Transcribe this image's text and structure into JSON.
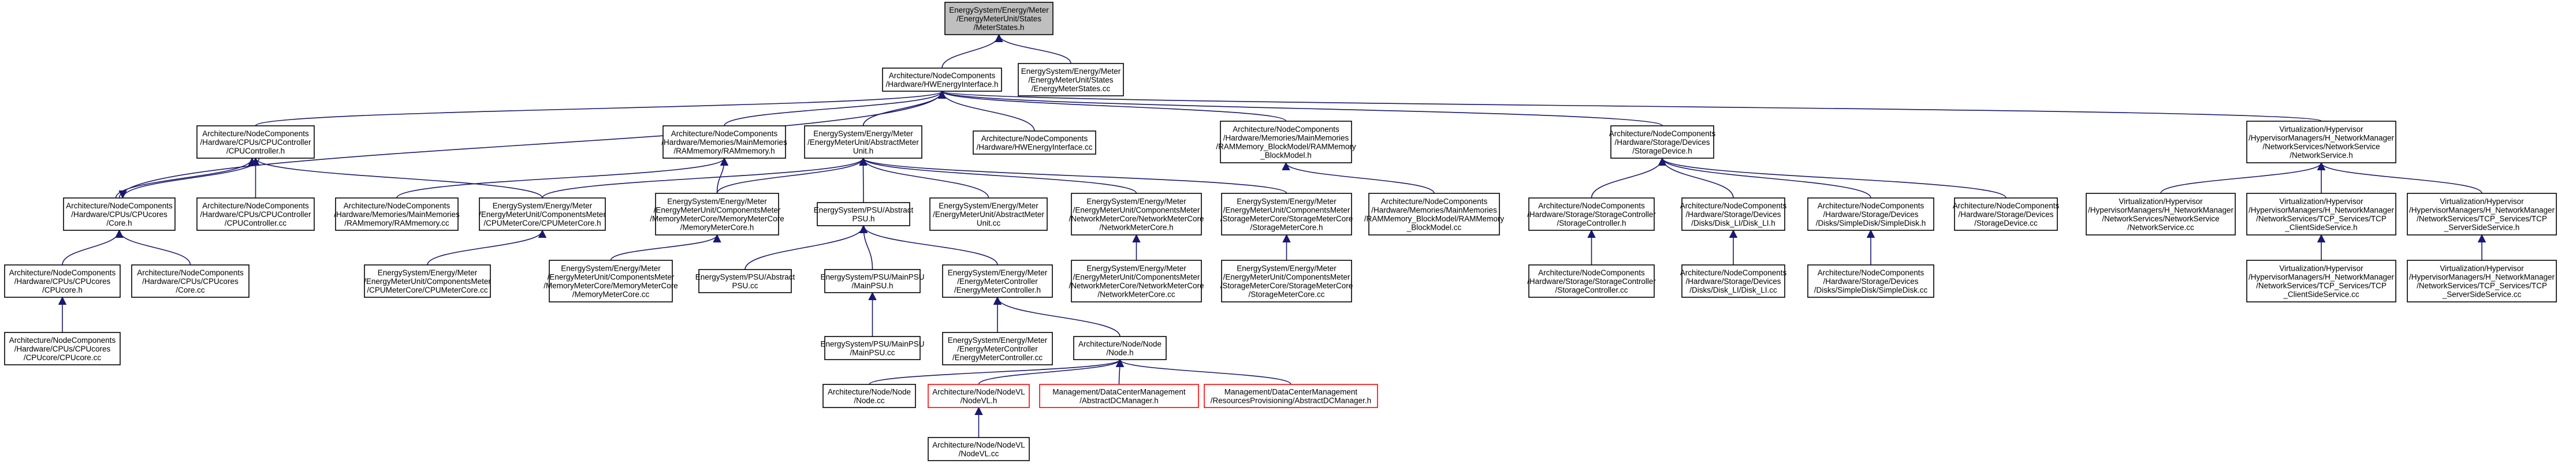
{
  "colors": {
    "background": "#ffffff",
    "root_fill": "#bfbfbf",
    "node_fill": "#ffffff",
    "node_border": "#000000",
    "truncated_border": "#ff0000",
    "edge": "#191970"
  },
  "nodes": [
    {
      "id": "root",
      "lines": [
        "EnergySystem/Energy/Meter",
        "/EnergyMeterUnit/States",
        "/MeterStates.h"
      ],
      "kind": "root"
    },
    {
      "id": "hwei_h",
      "lines": [
        "Architecture/NodeComponents",
        "/Hardware/HWEnergyInterface.h"
      ],
      "kind": "normal"
    },
    {
      "id": "meterstates_cc",
      "lines": [
        "EnergySystem/Energy/Meter",
        "/EnergyMeterUnit/States",
        "/EnergyMeterStates.cc"
      ],
      "kind": "normal"
    },
    {
      "id": "cpucontroller_h",
      "lines": [
        "Architecture/NodeComponents",
        "/Hardware/CPUs/CPUController",
        "/CPUController.h"
      ],
      "kind": "normal"
    },
    {
      "id": "rammemory_h",
      "lines": [
        "Architecture/NodeComponents",
        "/Hardware/Memories/MainMemories",
        "/RAMmemory/RAMmemory.h"
      ],
      "kind": "normal"
    },
    {
      "id": "abstractmeter_h",
      "lines": [
        "EnergySystem/Energy/Meter",
        "/EnergyMeterUnit/AbstractMeter",
        "Unit.h"
      ],
      "kind": "normal"
    },
    {
      "id": "hwei_cc",
      "lines": [
        "Architecture/NodeComponents",
        "/Hardware/HWEnergyInterface.cc"
      ],
      "kind": "normal"
    },
    {
      "id": "blockmodel_h",
      "lines": [
        "Architecture/NodeComponents",
        "/Hardware/Memories/MainMemories",
        "/RAMMemory_BlockModel/RAMMemory",
        "_BlockModel.h"
      ],
      "kind": "normal"
    },
    {
      "id": "storagedevice_h",
      "lines": [
        "Architecture/NodeComponents",
        "/Hardware/Storage/Devices",
        "/StorageDevice.h"
      ],
      "kind": "normal"
    },
    {
      "id": "networkservice_h",
      "lines": [
        "Virtualization/Hypervisor",
        "/HypervisorManagers/H_NetworkManager",
        "/NetworkServices/NetworkService",
        "/NetworkService.h"
      ],
      "kind": "normal"
    },
    {
      "id": "core_h",
      "lines": [
        "Architecture/NodeComponents",
        "/Hardware/CPUs/CPUcores",
        "/Core.h"
      ],
      "kind": "normal"
    },
    {
      "id": "cpucontroller_cc",
      "lines": [
        "Architecture/NodeComponents",
        "/Hardware/CPUs/CPUController",
        "/CPUController.cc"
      ],
      "kind": "normal"
    },
    {
      "id": "rammemory_cc",
      "lines": [
        "Architecture/NodeComponents",
        "/Hardware/Memories/MainMemories",
        "/RAMmemory/RAMmemory.cc"
      ],
      "kind": "normal"
    },
    {
      "id": "cpumetercore_h",
      "lines": [
        "EnergySystem/Energy/Meter",
        "/EnergyMeterUnit/ComponentsMeter",
        "/CPUMeterCore/CPUMeterCore.h"
      ],
      "kind": "normal"
    },
    {
      "id": "memorymetercore_h",
      "lines": [
        "EnergySystem/Energy/Meter",
        "/EnergyMeterUnit/ComponentsMeter",
        "/MemoryMeterCore/MemoryMeterCore",
        "/MemoryMeterCore.h"
      ],
      "kind": "normal"
    },
    {
      "id": "psu_h",
      "lines": [
        "EnergySystem/PSU/Abstract",
        "PSU.h"
      ],
      "kind": "normal"
    },
    {
      "id": "abstractmeter_cc",
      "lines": [
        "EnergySystem/Energy/Meter",
        "/EnergyMeterUnit/AbstractMeter",
        "Unit.cc"
      ],
      "kind": "normal"
    },
    {
      "id": "networkmetercore_h",
      "lines": [
        "EnergySystem/Energy/Meter",
        "/EnergyMeterUnit/ComponentsMeter",
        "/NetworkMeterCore/NetworkMeterCore",
        "/NetworkMeterCore.h"
      ],
      "kind": "normal"
    },
    {
      "id": "storagemetercore_h",
      "lines": [
        "EnergySystem/Energy/Meter",
        "/EnergyMeterUnit/ComponentsMeter",
        "/StorageMeterCore/StorageMeterCore",
        "/StorageMeterCore.h"
      ],
      "kind": "normal"
    },
    {
      "id": "blockmodel_cc",
      "lines": [
        "Architecture/NodeComponents",
        "/Hardware/Memories/MainMemories",
        "/RAMMemory_BlockModel/RAMMemory",
        "_BlockModel.cc"
      ],
      "kind": "normal"
    },
    {
      "id": "storagecontroller_h",
      "lines": [
        "Architecture/NodeComponents",
        "/Hardware/Storage/StorageController",
        "/StorageController.h"
      ],
      "kind": "normal"
    },
    {
      "id": "disklii_h",
      "lines": [
        "Architecture/NodeComponents",
        "/Hardware/Storage/Devices",
        "/Disks/Disk_LI/Disk_LI.h"
      ],
      "kind": "normal"
    },
    {
      "id": "simpledisk_h",
      "lines": [
        "Architecture/NodeComponents",
        "/Hardware/Storage/Devices",
        "/Disks/SimpleDisk/SimpleDisk.h"
      ],
      "kind": "normal"
    },
    {
      "id": "storagedevice_cc",
      "lines": [
        "Architecture/NodeComponents",
        "/Hardware/Storage/Devices",
        "/StorageDevice.cc"
      ],
      "kind": "normal"
    },
    {
      "id": "networkservice_cc",
      "lines": [
        "Virtualization/Hypervisor",
        "/HypervisorManagers/H_NetworkManager",
        "/NetworkServices/NetworkService",
        "/NetworkService.cc"
      ],
      "kind": "normal"
    },
    {
      "id": "clientside_h",
      "lines": [
        "Virtualization/Hypervisor",
        "/HypervisorManagers/H_NetworkManager",
        "/NetworkServices/TCP_Services/TCP",
        "_ClientSideService.h"
      ],
      "kind": "normal"
    },
    {
      "id": "serverside_h",
      "lines": [
        "Virtualization/Hypervisor",
        "/HypervisorManagers/H_NetworkManager",
        "/NetworkServices/TCP_Services/TCP",
        "_ServerSideService.h"
      ],
      "kind": "normal"
    },
    {
      "id": "cpucores_h",
      "lines": [
        "Architecture/NodeComponents",
        "/Hardware/CPUs/CPUcores",
        "/CPUcore.h"
      ],
      "kind": "normal"
    },
    {
      "id": "core_cc",
      "lines": [
        "Architecture/NodeComponents",
        "/Hardware/CPUs/CPUcores",
        "/Core.cc"
      ],
      "kind": "normal"
    },
    {
      "id": "cpumetercore_cc",
      "lines": [
        "EnergySystem/Energy/Meter",
        "/EnergyMeterUnit/ComponentsMeter",
        "/CPUMeterCore/CPUMeterCore.cc"
      ],
      "kind": "normal"
    },
    {
      "id": "memorymetercore_cc",
      "lines": [
        "EnergySystem/Energy/Meter",
        "/EnergyMeterUnit/ComponentsMeter",
        "/MemoryMeterCore/MemoryMeterCore",
        "/MemoryMeterCore.cc"
      ],
      "kind": "normal"
    },
    {
      "id": "psu_cc",
      "lines": [
        "EnergySystem/PSU/Abstract",
        "PSU.cc"
      ],
      "kind": "normal"
    },
    {
      "id": "mainpsu_h",
      "lines": [
        "EnergySystem/PSU/MainPSU",
        "/MainPSU.h"
      ],
      "kind": "normal"
    },
    {
      "id": "emc_h",
      "lines": [
        "EnergySystem/Energy/Meter",
        "/EnergyMeterController",
        "/EnergyMeterController.h"
      ],
      "kind": "normal"
    },
    {
      "id": "networkmetercore_cc",
      "lines": [
        "EnergySystem/Energy/Meter",
        "/EnergyMeterUnit/ComponentsMeter",
        "/NetworkMeterCore/NetworkMeterCore",
        "/NetworkMeterCore.cc"
      ],
      "kind": "normal"
    },
    {
      "id": "storagemetercore_cc",
      "lines": [
        "EnergySystem/Energy/Meter",
        "/EnergyMeterUnit/ComponentsMeter",
        "/StorageMeterCore/StorageMeterCore",
        "/StorageMeterCore.cc"
      ],
      "kind": "normal"
    },
    {
      "id": "storagecontroller_cc",
      "lines": [
        "Architecture/NodeComponents",
        "/Hardware/Storage/StorageController",
        "/StorageController.cc"
      ],
      "kind": "normal"
    },
    {
      "id": "disklii_cc",
      "lines": [
        "Architecture/NodeComponents",
        "/Hardware/Storage/Devices",
        "/Disks/Disk_LI/Disk_LI.cc"
      ],
      "kind": "normal"
    },
    {
      "id": "simpledisk_cc",
      "lines": [
        "Architecture/NodeComponents",
        "/Hardware/Storage/Devices",
        "/Disks/SimpleDisk/SimpleDisk.cc"
      ],
      "kind": "normal"
    },
    {
      "id": "clientside_cc",
      "lines": [
        "Virtualization/Hypervisor",
        "/HypervisorManagers/H_NetworkManager",
        "/NetworkServices/TCP_Services/TCP",
        "_ClientSideService.cc"
      ],
      "kind": "normal"
    },
    {
      "id": "serverside_cc",
      "lines": [
        "Virtualization/Hypervisor",
        "/HypervisorManagers/H_NetworkManager",
        "/NetworkServices/TCP_Services/TCP",
        "_ServerSideService.cc"
      ],
      "kind": "normal"
    },
    {
      "id": "cpucore_cc",
      "lines": [
        "Architecture/NodeComponents",
        "/Hardware/CPUs/CPUcores",
        "/CPUcore/CPUcore.cc"
      ],
      "kind": "normal"
    },
    {
      "id": "mainpsu_cc",
      "lines": [
        "EnergySystem/PSU/MainPSU",
        "/MainPSU.cc"
      ],
      "kind": "normal"
    },
    {
      "id": "emc_cc",
      "lines": [
        "EnergySystem/Energy/Meter",
        "/EnergyMeterController",
        "/EnergyMeterController.cc"
      ],
      "kind": "normal"
    },
    {
      "id": "node_h",
      "lines": [
        "Architecture/Node/Node",
        "/Node.h"
      ],
      "kind": "normal"
    },
    {
      "id": "node_cc",
      "lines": [
        "Architecture/Node/Node",
        "/Node.cc"
      ],
      "kind": "normal"
    },
    {
      "id": "nodevl_h",
      "lines": [
        "Architecture/Node/NodeVL",
        "/NodeVL.h"
      ],
      "kind": "truncated"
    },
    {
      "id": "abstractdcmanager_h",
      "lines": [
        "Management/DataCenterManagement",
        "/AbstractDCManager.h"
      ],
      "kind": "truncated"
    },
    {
      "id": "provisioning_h",
      "lines": [
        "Management/DataCenterManagement",
        "/ResourcesProvisioning/AbstractDCManager.h"
      ],
      "kind": "truncated"
    },
    {
      "id": "nodevl_cc",
      "lines": [
        "Architecture/Node/NodeVL",
        "/NodeVL.cc"
      ],
      "kind": "normal"
    }
  ],
  "edges": [
    [
      "hwei_h",
      "root"
    ],
    [
      "meterstates_cc",
      "root"
    ],
    [
      "cpucontroller_h",
      "hwei_h"
    ],
    [
      "rammemory_h",
      "hwei_h"
    ],
    [
      "abstractmeter_h",
      "hwei_h"
    ],
    [
      "hwei_cc",
      "hwei_h"
    ],
    [
      "blockmodel_h",
      "hwei_h"
    ],
    [
      "storagedevice_h",
      "hwei_h"
    ],
    [
      "networkservice_h",
      "hwei_h"
    ],
    [
      "core_h",
      "hwei_h"
    ],
    [
      "core_h",
      "cpucontroller_h"
    ],
    [
      "cpucontroller_cc",
      "cpucontroller_h"
    ],
    [
      "cpumetercore_h",
      "cpucontroller_h"
    ],
    [
      "rammemory_cc",
      "rammemory_h"
    ],
    [
      "memorymetercore_h",
      "rammemory_h"
    ],
    [
      "cpumetercore_h",
      "abstractmeter_h"
    ],
    [
      "memorymetercore_h",
      "abstractmeter_h"
    ],
    [
      "psu_h",
      "abstractmeter_h"
    ],
    [
      "abstractmeter_cc",
      "abstractmeter_h"
    ],
    [
      "networkmetercore_h",
      "abstractmeter_h"
    ],
    [
      "storagemetercore_h",
      "abstractmeter_h"
    ],
    [
      "blockmodel_cc",
      "blockmodel_h"
    ],
    [
      "storagecontroller_h",
      "storagedevice_h"
    ],
    [
      "disklii_h",
      "storagedevice_h"
    ],
    [
      "simpledisk_h",
      "storagedevice_h"
    ],
    [
      "storagedevice_cc",
      "storagedevice_h"
    ],
    [
      "networkservice_cc",
      "networkservice_h"
    ],
    [
      "clientside_h",
      "networkservice_h"
    ],
    [
      "serverside_h",
      "networkservice_h"
    ],
    [
      "cpucontroller_h",
      "core_h"
    ],
    [
      "cpucores_h",
      "core_h"
    ],
    [
      "core_cc",
      "core_h"
    ],
    [
      "cpucore_cc",
      "cpucores_h"
    ],
    [
      "cpumetercore_cc",
      "cpumetercore_h"
    ],
    [
      "memorymetercore_cc",
      "memorymetercore_h"
    ],
    [
      "psu_cc",
      "psu_h"
    ],
    [
      "mainpsu_h",
      "psu_h"
    ],
    [
      "emc_h",
      "psu_h"
    ],
    [
      "mainpsu_cc",
      "mainpsu_h"
    ],
    [
      "emc_cc",
      "emc_h"
    ],
    [
      "node_h",
      "emc_h"
    ],
    [
      "networkmetercore_cc",
      "networkmetercore_h"
    ],
    [
      "storagemetercore_cc",
      "storagemetercore_h"
    ],
    [
      "storagecontroller_cc",
      "storagecontroller_h"
    ],
    [
      "disklii_cc",
      "disklii_h"
    ],
    [
      "simpledisk_cc",
      "simpledisk_h"
    ],
    [
      "clientside_cc",
      "clientside_h"
    ],
    [
      "serverside_cc",
      "serverside_h"
    ],
    [
      "node_cc",
      "node_h"
    ],
    [
      "nodevl_h",
      "node_h"
    ],
    [
      "abstractdcmanager_h",
      "node_h"
    ],
    [
      "provisioning_h",
      "node_h"
    ],
    [
      "nodevl_cc",
      "nodevl_h"
    ]
  ]
}
